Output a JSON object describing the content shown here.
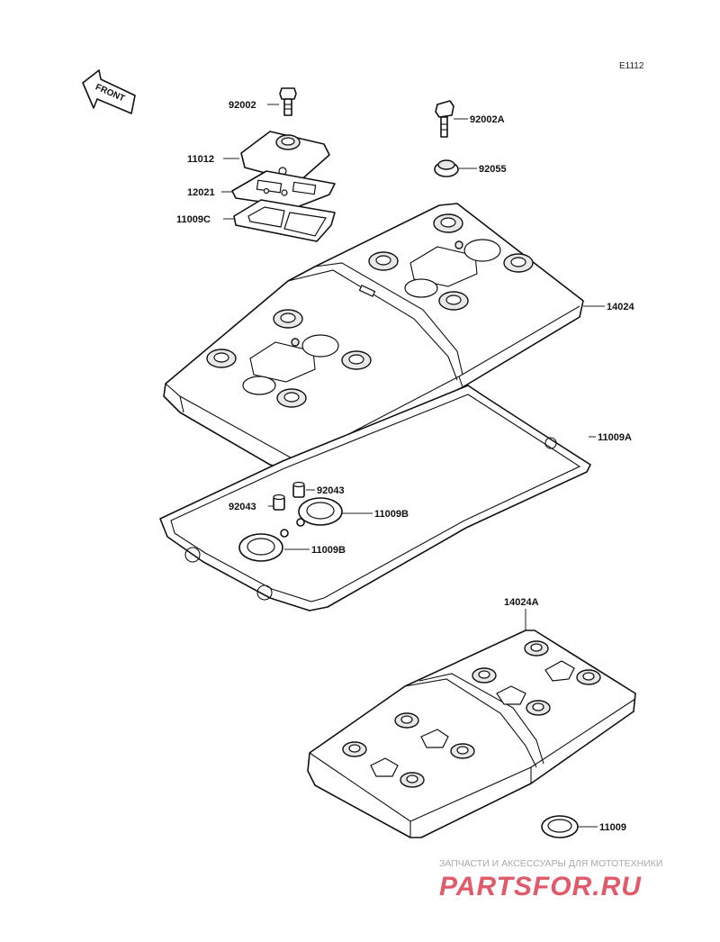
{
  "diagram": {
    "ref_code": "E1112",
    "front_label": "FRONT",
    "parts": [
      {
        "id": "92002",
        "label": "92002"
      },
      {
        "id": "92002A",
        "label": "92002A"
      },
      {
        "id": "11012",
        "label": "11012"
      },
      {
        "id": "92055",
        "label": "92055"
      },
      {
        "id": "12021",
        "label": "12021"
      },
      {
        "id": "11009C",
        "label": "11009C"
      },
      {
        "id": "14024",
        "label": "14024"
      },
      {
        "id": "11009A",
        "label": "11009A"
      },
      {
        "id": "92043a",
        "label": "92043"
      },
      {
        "id": "92043b",
        "label": "92043"
      },
      {
        "id": "11009Ba",
        "label": "11009B"
      },
      {
        "id": "11009Bb",
        "label": "11009B"
      },
      {
        "id": "14024A",
        "label": "14024A"
      },
      {
        "id": "11009",
        "label": "11009"
      }
    ]
  },
  "watermark": {
    "line1": "ЗАПЧАСТИ И АКСЕССУАРЫ ДЛЯ МОТОТЕХНИКИ",
    "line2": "PARTSFOR.RU",
    "color": "#e05a6a"
  }
}
